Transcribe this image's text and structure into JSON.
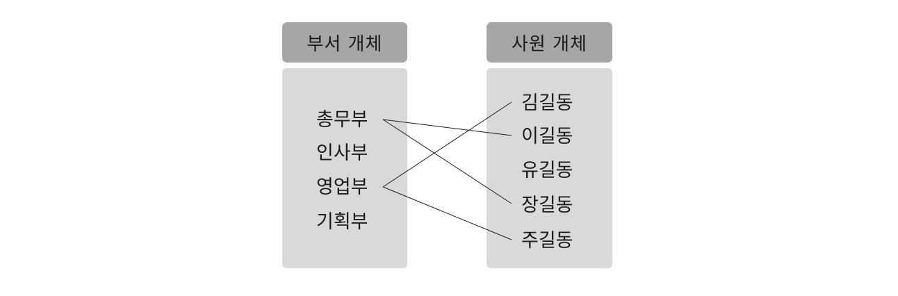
{
  "dept_entity": {
    "title": "부서 개체",
    "items": [
      "총무부",
      "인사부",
      "영업부",
      "기획부"
    ]
  },
  "employee_entity": {
    "title": "사원 개체",
    "items": [
      "김길동",
      "이길동",
      "유길동",
      "장길동",
      "주길동"
    ]
  },
  "links": [
    {
      "from": "총무부",
      "to": "이길동"
    },
    {
      "from": "총무부",
      "to": "장길동"
    },
    {
      "from": "영업부",
      "to": "김길동"
    },
    {
      "from": "영업부",
      "to": "주길동"
    }
  ]
}
